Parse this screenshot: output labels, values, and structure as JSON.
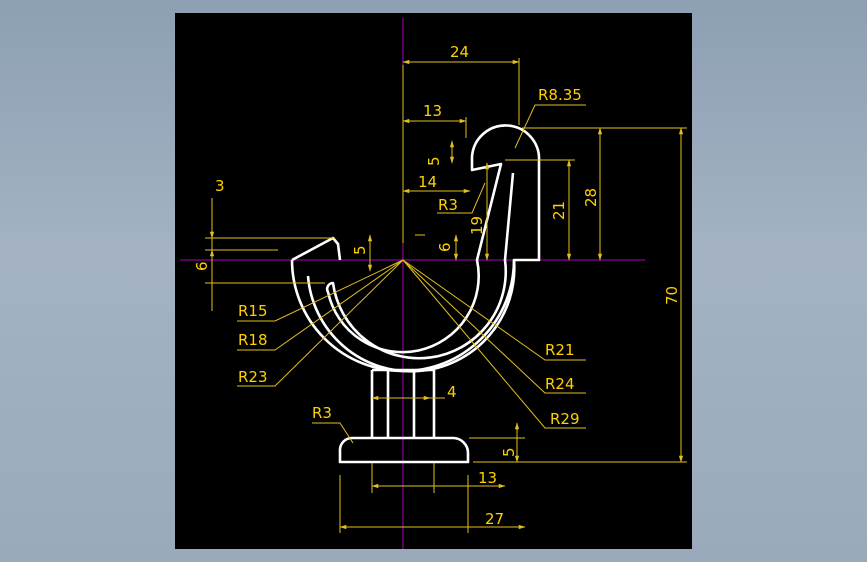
{
  "colors": {
    "background": "#000000",
    "outer": "#8d9fb3",
    "outline": "#ffffff",
    "dimension": "#e0c020",
    "dimension_text": "#ffd000",
    "centerline": "#b000c0"
  },
  "dimensions": {
    "d24": "24",
    "r835": "R8.35",
    "d13_top": "13",
    "d5_top": "5",
    "d14": "14",
    "r3_top": "R3",
    "d19": "19",
    "d21": "21",
    "d28": "28",
    "d6_mid": "6",
    "d5_left": "5",
    "d3": "3",
    "d6_left": "6",
    "r15": "R15",
    "r18": "R18",
    "r23": "R23",
    "r21": "R21",
    "r24": "R24",
    "r29": "R29",
    "r3_bottom": "R3",
    "d4": "4",
    "d5_bottom": "5",
    "d13_bottom": "13",
    "d27": "27",
    "d70": "70"
  }
}
